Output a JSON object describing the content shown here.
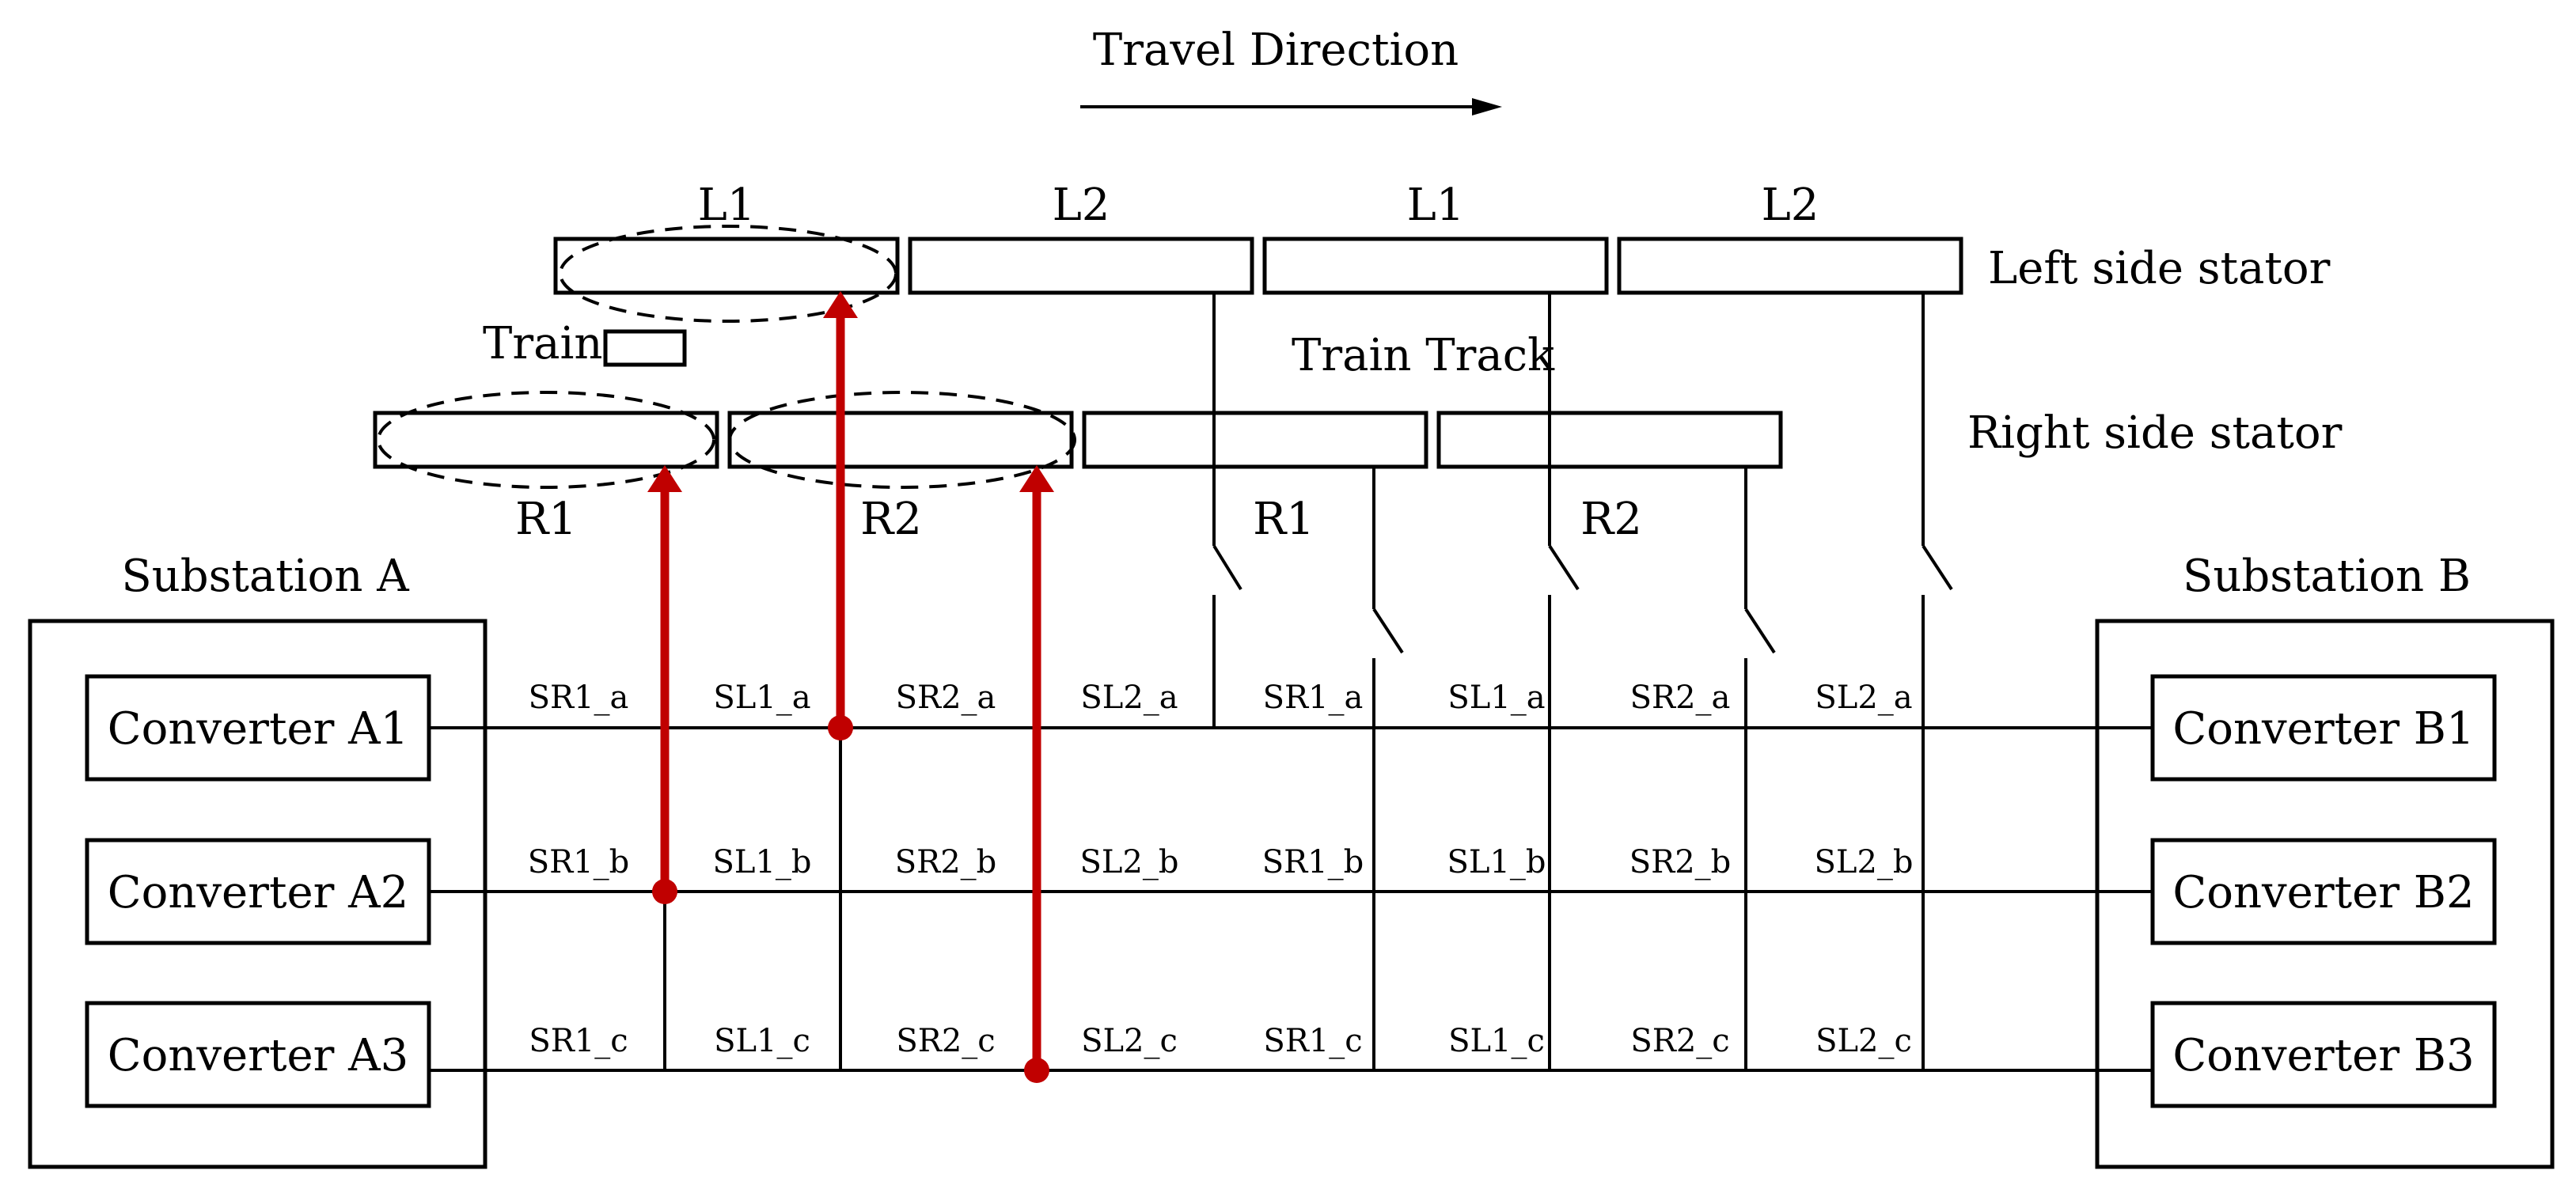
{
  "title": "Travel Direction",
  "labels": {
    "left_stator": "Left side stator",
    "right_stator": "Right side stator",
    "train": "Train",
    "track": "Train Track",
    "substation_a": "Substation A",
    "substation_b": "Substation B"
  },
  "left_segments": [
    "L1",
    "L2",
    "L1",
    "L2"
  ],
  "right_segments": [
    "R1",
    "R2",
    "R1",
    "R2"
  ],
  "converters_a": [
    "Converter A1",
    "Converter A2",
    "Converter A3"
  ],
  "converters_b": [
    "Converter B1",
    "Converter B2",
    "Converter B3"
  ],
  "switch_rows": [
    [
      "SR1_a",
      "SL1_a",
      "SR2_a",
      "SL2_a",
      "SR1_a",
      "SL1_a",
      "SR2_a",
      "SL2_a"
    ],
    [
      "SR1_b",
      "SL1_b",
      "SR2_b",
      "SL2_b",
      "SR1_b",
      "SL1_b",
      "SR2_b",
      "SL2_b"
    ],
    [
      "SR1_c",
      "SL1_c",
      "SR2_c",
      "SL2_c",
      "SR1_c",
      "SL1_c",
      "SR2_c",
      "SL2_c"
    ]
  ],
  "colors": {
    "active": "#c00000",
    "line": "#000000"
  }
}
